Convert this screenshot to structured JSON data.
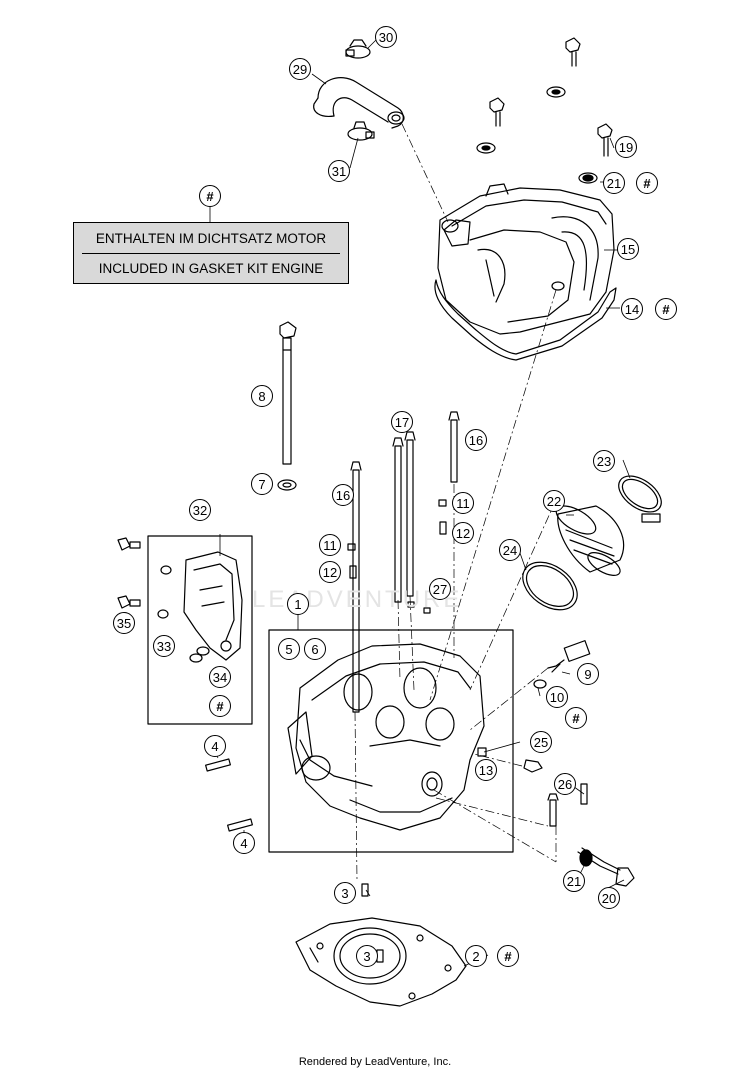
{
  "note": {
    "symbol": "#",
    "line_de": "ENTHALTEN IM DICHTSATZ MOTOR",
    "line_en": "INCLUDED IN GASKET KIT ENGINE"
  },
  "callouts": {
    "c1": "1",
    "c2": "2",
    "c3a": "3",
    "c3b": "3",
    "c4a": "4",
    "c4b": "4",
    "c5": "5",
    "c6": "6",
    "c7": "7",
    "c8": "8",
    "c9": "9",
    "c10": "10",
    "c11a": "11",
    "c11b": "11",
    "c12a": "12",
    "c12b": "12",
    "c13": "13",
    "c14": "14",
    "c15": "15",
    "c16a": "16",
    "c16b": "16",
    "c17": "17",
    "c19": "19",
    "c20": "20",
    "c21a": "21",
    "c21b": "21",
    "c22": "22",
    "c23": "23",
    "c24": "24",
    "c25": "25",
    "c26": "26",
    "c27": "27",
    "c29": "29",
    "c30": "30",
    "c31": "31",
    "c32": "32",
    "c33": "33",
    "c34": "34",
    "c35": "35"
  },
  "hash_symbol": "#",
  "watermark": "LEADVENTURE",
  "footer": "Rendered by LeadVenture, Inc."
}
